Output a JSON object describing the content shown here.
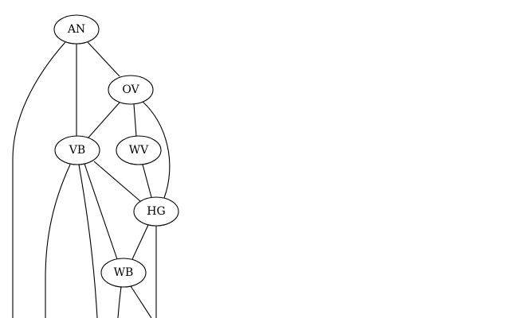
{
  "graph": {
    "nodes": [
      {
        "id": "AN",
        "label": "AN"
      },
      {
        "id": "OV",
        "label": "OV"
      },
      {
        "id": "VB",
        "label": "VB"
      },
      {
        "id": "WV",
        "label": "WV"
      },
      {
        "id": "HG",
        "label": "HG"
      },
      {
        "id": "WB",
        "label": "WB"
      }
    ],
    "edges": [
      {
        "source": "AN",
        "target": "OV"
      },
      {
        "source": "AN",
        "target": "VB"
      },
      {
        "source": "AN",
        "target": "offscreen-left"
      },
      {
        "source": "OV",
        "target": "VB"
      },
      {
        "source": "OV",
        "target": "WV"
      },
      {
        "source": "OV",
        "target": "HG"
      },
      {
        "source": "VB",
        "target": "HG"
      },
      {
        "source": "VB",
        "target": "WB"
      },
      {
        "source": "VB",
        "target": "offscreen-a"
      },
      {
        "source": "VB",
        "target": "offscreen-b"
      },
      {
        "source": "WV",
        "target": "HG"
      },
      {
        "source": "HG",
        "target": "WB"
      },
      {
        "source": "HG",
        "target": "offscreen-c"
      },
      {
        "source": "WB",
        "target": "offscreen-d"
      },
      {
        "source": "WB",
        "target": "offscreen-e"
      }
    ]
  }
}
